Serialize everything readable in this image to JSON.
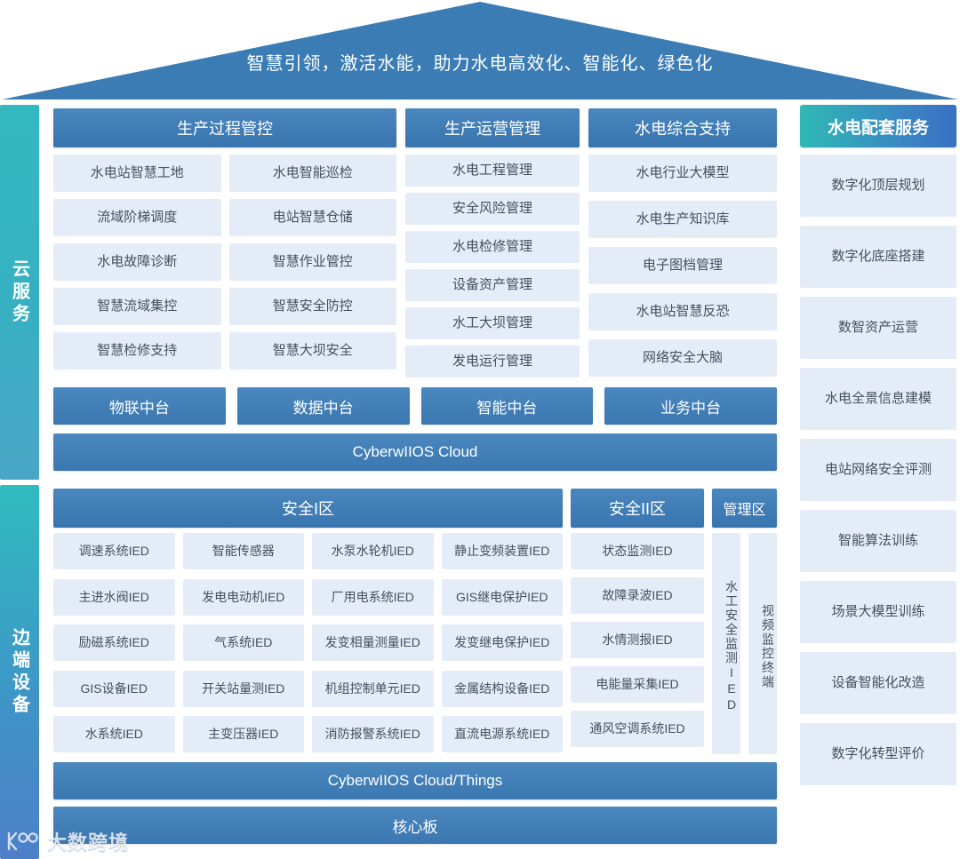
{
  "roof": {
    "slogan": "智慧引领，激活水能，助力水电高效化、智能化、绿色化"
  },
  "rails": {
    "cloud_label": "云服务",
    "edge_label": "边端设备"
  },
  "cloud": {
    "columns": [
      {
        "title": "生产过程管控",
        "sub_columns": [
          [
            "水电站智慧工地",
            "流域阶梯调度",
            "水电故障诊断",
            "智慧流域集控",
            "智慧检修支持"
          ],
          [
            "水电智能巡检",
            "电站智慧仓储",
            "智慧作业管控",
            "智慧安全防控",
            "智慧大坝安全"
          ]
        ]
      },
      {
        "title": "生产运营管理",
        "items": [
          "水电工程管理",
          "安全风险管理",
          "水电检修管理",
          "设备资产管理",
          "水工大坝管理",
          "发电运行管理"
        ]
      },
      {
        "title": "水电综合支持",
        "items": [
          "水电行业大模型",
          "水电生产知识库",
          "电子图档管理",
          "水电站智慧反恐",
          "网络安全大脑"
        ]
      }
    ],
    "middle_platforms": [
      "物联中台",
      "数据中台",
      "智能中台",
      "业务中台"
    ],
    "cloud_os": "CyberwIIOS Cloud"
  },
  "edge": {
    "zone_headers": [
      "安全I区",
      "安全II区",
      "管理区"
    ],
    "zone1_items": [
      "调速系统IED",
      "智能传感器",
      "水泵水轮机IED",
      "静止变频装置IED",
      "主进水阀IED",
      "发电电动机IED",
      "厂用电系统IED",
      "GIS继电保护IED",
      "励磁系统IED",
      "气系统IED",
      "发变相量测量IED",
      "发变继电保护IED",
      "GIS设备IED",
      "开关站量测IED",
      "机组控制单元IED",
      "金属结构设备IED",
      "水系统IED",
      "主变压器IED",
      "消防报警系统IED",
      "直流电源系统IED"
    ],
    "zone2_items": [
      "状态监测IED",
      "故障录波IED",
      "水情测报IED",
      "电能量采集IED",
      "通风空调系统IED"
    ],
    "zone3_items": [
      "水工安全监测IED",
      "视频监控终端"
    ],
    "things_os": "CyberwIIOS Cloud/Things",
    "core_board": "核心板"
  },
  "services": {
    "title": "水电配套服务",
    "items": [
      "数字化顶层规划",
      "数字化底座搭建",
      "数智资产运营",
      "水电全景信息建模",
      "电站网络安全评测",
      "智能算法训练",
      "场景大模型训练",
      "设备智能化改造",
      "数字化转型评价"
    ]
  },
  "watermark": {
    "text": "大数跨境",
    "logo": "dashuakuajing-logo"
  },
  "colors": {
    "roof_blue": "#3b7cb5",
    "header_blue": "#3874ae",
    "tile_blue": "#e4ecf7",
    "teal": "#33b8c0",
    "accent_gradient_start": "#2fb9b4",
    "accent_gradient_end": "#3a6fc4"
  }
}
